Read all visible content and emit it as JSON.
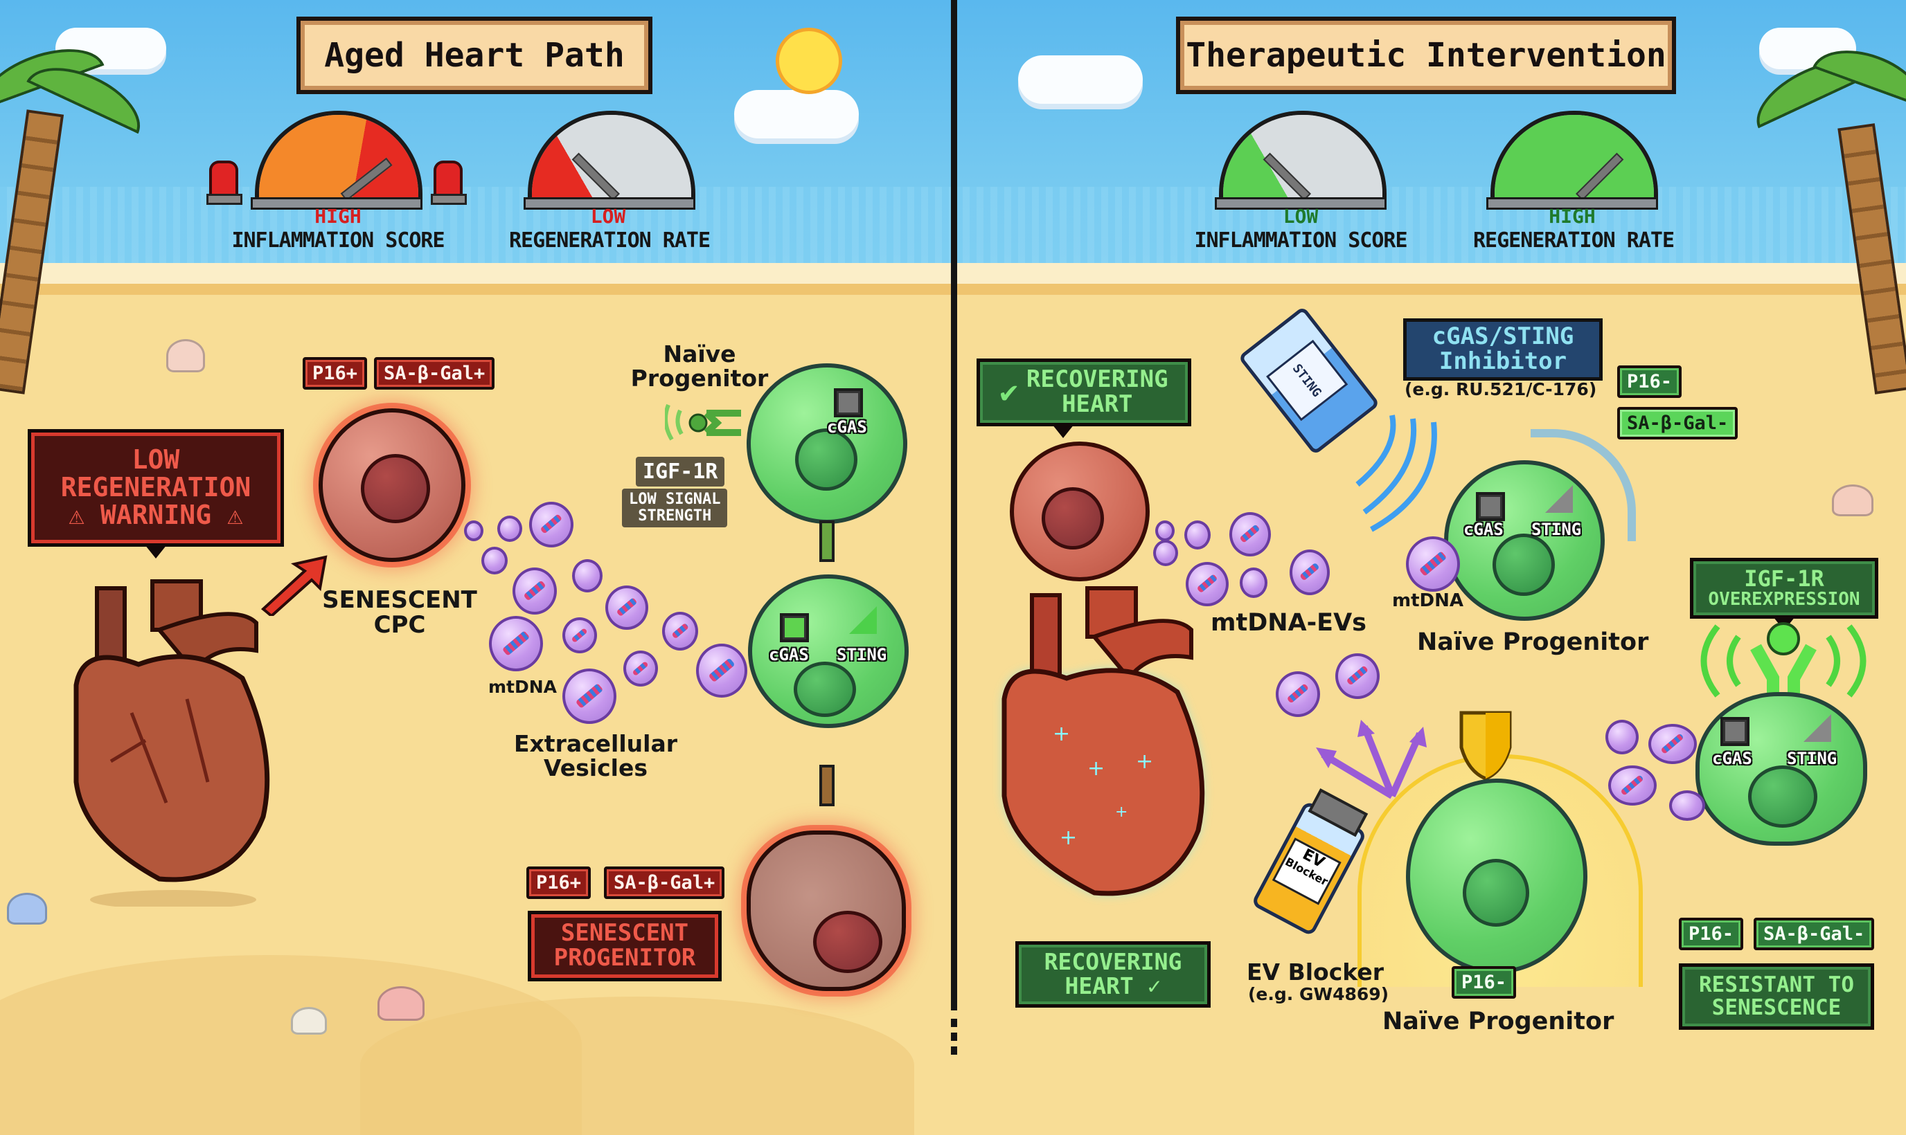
{
  "left_panel": {
    "title": "Aged Heart Path",
    "gauges": [
      {
        "level": "HIGH",
        "caption": "INFLAMMATION SCORE",
        "level_color": "#d62020",
        "fill_color": "#f07f22",
        "accent_color": "#e62b22"
      },
      {
        "level": "LOW",
        "caption": "REGENERATION RATE",
        "level_color": "#d62020",
        "fill_color": "#d8dde0",
        "accent_color": "#e62b22"
      }
    ],
    "warning_banner": {
      "line1": "LOW",
      "line2": "REGENERATION",
      "line3": "WARNING",
      "warning_icon": "⚠"
    },
    "senescent_cpc": {
      "tags": [
        "P16+",
        "SA-β-Gal+"
      ],
      "label_line1": "SENESCENT",
      "label_line2": "CPC"
    },
    "naive_progenitor": {
      "label_line1": "Naïve",
      "label_line2": "Progenitor",
      "cgas_label": "cGAS",
      "receptor_label": "IGF-1R",
      "signal_line1": "LOW SIGNAL",
      "signal_line2": "STRENGTH"
    },
    "activated_cell": {
      "cgas_label": "cGAS",
      "sting_label": "STING"
    },
    "vesicles": {
      "mtdna_label": "mtDNA",
      "label_line1": "Extracellular",
      "label_line2": "Vesicles"
    },
    "senescent_progenitor": {
      "tags": [
        "P16+",
        "SA-β-Gal+"
      ],
      "label_line1": "SENESCENT",
      "label_line2": "PROGENITOR"
    }
  },
  "right_panel": {
    "title": "Therapeutic Intervention",
    "gauges": [
      {
        "level": "LOW",
        "caption": "INFLAMMATION SCORE",
        "level_color": "#1f7a2c",
        "fill_color": "#5ccf53"
      },
      {
        "level": "HIGH",
        "caption": "REGENERATION RATE",
        "level_color": "#1f7a2c",
        "fill_color": "#5ccf53"
      }
    ],
    "recovering_banner_top": {
      "line1": "RECOVERING",
      "line2": "HEART",
      "check_icon": "✔"
    },
    "inhibitor": {
      "line1": "cGAS/STING",
      "line2": "Inhibitor",
      "example": "(e.g. RU.521/C-176)",
      "vial_label": "STING"
    },
    "naive_progenitor_top": {
      "tags": [
        "P16-",
        "SA-β-Gal-"
      ],
      "cgas_label": "cGAS",
      "sting_label": "STING",
      "mtdna_label": "mtDNA",
      "label": "Naïve Progenitor"
    },
    "ev_label": "mtDNA-EVs",
    "igf1r_banner": {
      "line1": "IGF-1R",
      "line2": "OVEREXPRESSION"
    },
    "resistant_cell": {
      "cgas_label": "cGAS",
      "sting_label": "STING",
      "tags": [
        "P16-",
        "SA-β-Gal-"
      ],
      "banner_line1": "RESISTANT TO",
      "banner_line2": "SENESCENCE"
    },
    "ev_blocker": {
      "vial_line1": "EV",
      "vial_line2": "Blocker",
      "label": "EV Blocker",
      "example": "(e.g. GW4869)"
    },
    "naive_progenitor_bottom": {
      "tag": "P16-",
      "label": "Naïve Progenitor"
    },
    "recovering_banner_bottom": {
      "line1": "RECOVERING",
      "line2": "HEART",
      "check_icon": "✓"
    }
  }
}
